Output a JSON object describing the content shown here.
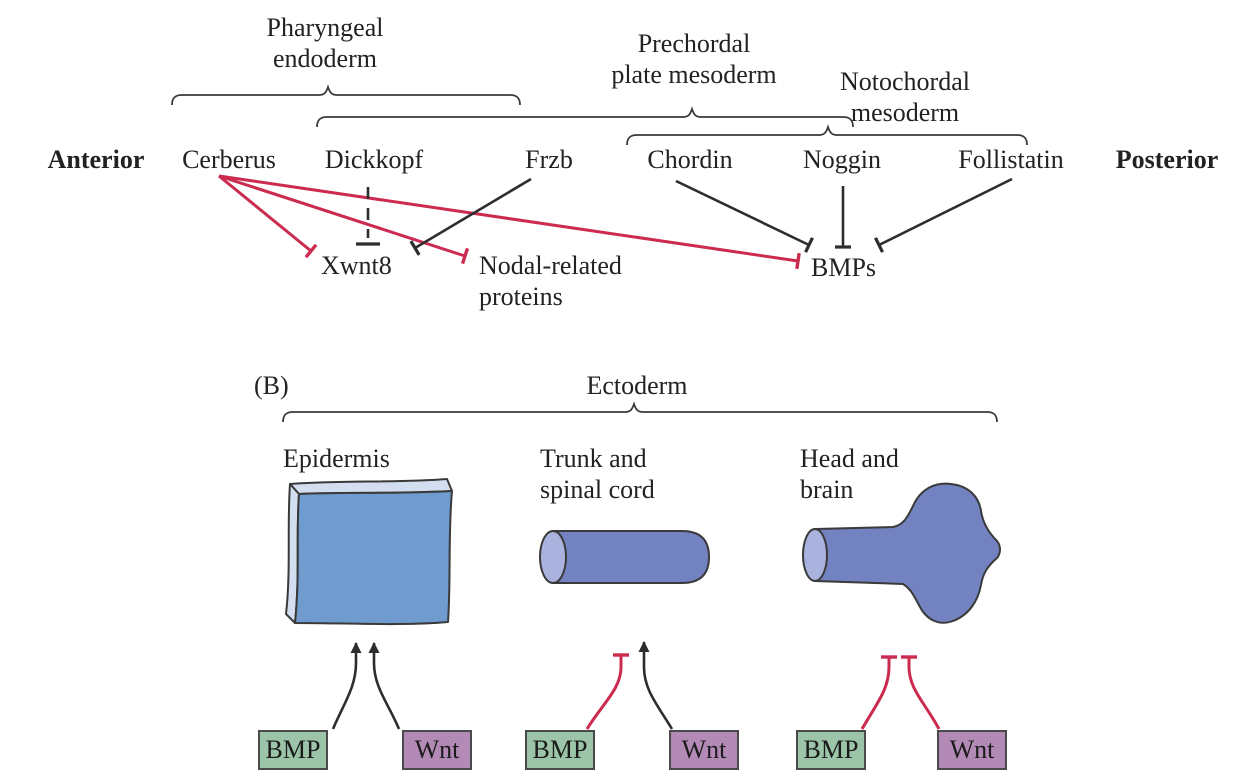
{
  "colors": {
    "inhibit_red": "#cc2b50",
    "line_black": "#2d2d2d",
    "bracket_gray": "#3a3a3a",
    "epidermis_blue": "#6f9bce",
    "neural_tube_blue": "#7382c0",
    "sheet_edge_light": "#d3def0",
    "tube_cap_light": "#a9b3dd",
    "bmp_green": "#9cc4a9",
    "wnt_purple": "#b28ab5"
  },
  "panel_a": {
    "anterior": "Anterior",
    "posterior": "Posterior",
    "region_pharyngeal": {
      "line1": "Pharyngeal",
      "line2": "endoderm"
    },
    "region_prechordal": {
      "line1": "Prechordal",
      "line2": "plate mesoderm"
    },
    "region_notochordal": {
      "line1": "Notochordal",
      "line2": "mesoderm"
    },
    "genes": {
      "cerberus": "Cerberus",
      "dickkopf": "Dickkopf",
      "frzb": "Frzb",
      "chordin": "Chordin",
      "noggin": "Noggin",
      "follistatin": "Follistatin"
    },
    "targets": {
      "xwnt8": "Xwnt8",
      "nodal_line1": "Nodal-related",
      "nodal_line2": "proteins",
      "bmps": "BMPs"
    }
  },
  "panel_b": {
    "panel_label": "(B)",
    "ectoderm": "Ectoderm",
    "fates": {
      "epidermis": "Epidermis",
      "trunk_line1": "Trunk and",
      "trunk_line2": "spinal cord",
      "head_line1": "Head and",
      "head_line2": "brain"
    },
    "signals": {
      "bmp": "BMP",
      "wnt": "Wnt"
    }
  }
}
